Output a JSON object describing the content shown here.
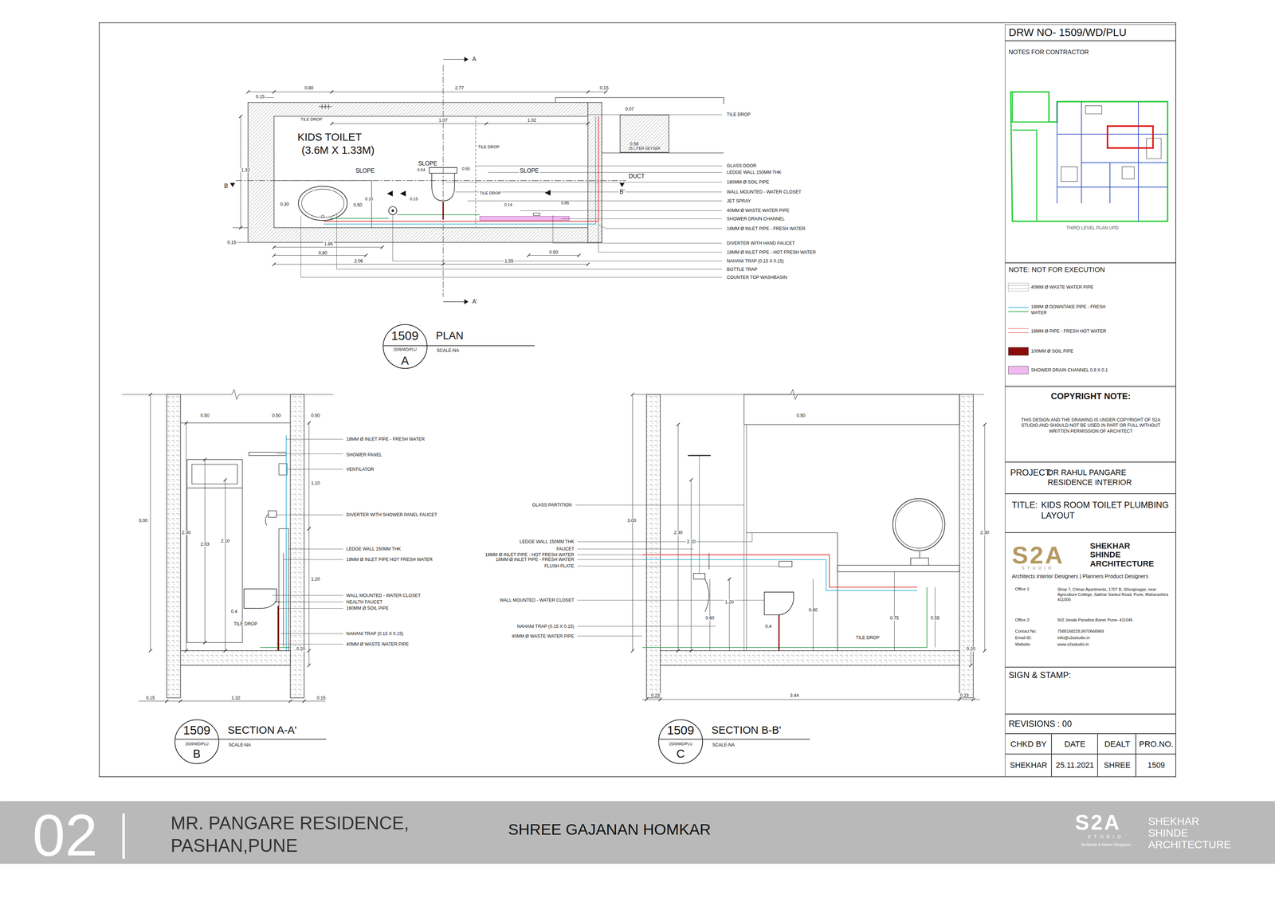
{
  "diagram": {
    "nodes": [
      {
        "text": [
          "DRW NO- 1509/WD/PLU"
        ]
      },
      {
        "text": [
          "NOTES FOR CONTRACTOR",
          "THIRD LEVEL PLAN UPD"
        ]
      },
      {
        "text": [
          "NOTE: NOT FOR EXECUTION"
        ]
      },
      {
        "text": [
          "COPYRIGHT NOTE:",
          "THIS DESIGN AND THE DRAWING IS UNDER COPYRIGHT OF S2A STUDIO AND SHOULD NOT BE USED IN PART OR FULL WITHOUT WRITTEN PERMISSION OF ARCHITECT"
        ]
      },
      {
        "text": [
          "PROJECT:",
          "DR RAHUL PANGARE RESIDENCE INTERIOR"
        ]
      },
      {
        "text": [
          "TITLE:",
          "KIDS ROOM TOILET PLUMBING LAYOUT"
        ]
      },
      {
        "text": [
          "S2A",
          "STUDIO",
          "SHEKHAR SHINDE ARCHITECTURE",
          "Architects Interior Designers | Planners Product Designers",
          "Office 1:",
          "Shop 7, Chinar Apartments, 1707 B, Shivajinagar, near Agriculture College, Sakhar Sankul Road, Pune, Maharashtra 411005",
          "Office 2:",
          "502 Janaki Paradise,Baner Pune- 411045",
          "Contact No:",
          "7588168228,9970668969",
          "Email ID:",
          "info@s2astudio.in",
          "Website:",
          "www.s2astudio.in"
        ]
      },
      {
        "text": [
          "SIGN & STAMP:"
        ]
      },
      {
        "text": [
          "REVISIONS : 00"
        ]
      },
      {
        "text": [
          "CHKD BY"
        ]
      },
      {
        "text": [
          "DATE"
        ]
      },
      {
        "text": [
          "DEALT"
        ]
      },
      {
        "text": [
          "PRO.NO."
        ]
      },
      {
        "text": [
          "SHEKHAR"
        ]
      },
      {
        "text": [
          "25.11.2021"
        ]
      },
      {
        "text": [
          "SHREE"
        ]
      },
      {
        "text": [
          "1509"
        ]
      },
      {
        "text": [
          "1509",
          "1509/WD/PLU",
          "A",
          "PLAN",
          "SCALE-NA"
        ]
      },
      {
        "text": [
          "1509",
          "1509/WD/PLU",
          "B",
          "SECTION A-A'",
          "SCALE-NA"
        ]
      },
      {
        "text": [
          "1509",
          "1509/WD/PLU",
          "C",
          "SECTION B-B'",
          "SCALE-NA"
        ]
      },
      {
        "text": [
          "25 LITER GEYSER"
        ]
      },
      {
        "text": [
          "02",
          "MR. PANGARE RESIDENCE, PASHAN,PUNE",
          "SHREE GAJANAN HOMKAR",
          "S2A",
          "STUDIO",
          "Architects & Interior Designers",
          "SHEKHAR SHINDE ARCHITECTURE"
        ]
      }
    ],
    "labels": [
      "A",
      "0.80",
      "2.77",
      "0.15",
      "0.15",
      "TILE DROP",
      "0.07",
      "1.07",
      "1.02",
      "TILE DROP",
      "KIDS TOILET",
      "(3.6M X 1.33M)",
      "TILE DROP",
      "0.56",
      "1.32",
      "SLOPE",
      "SLOPE",
      "SLOPE",
      "0.54",
      "0.55",
      "DUCT",
      "GLASS DOOR",
      "LEDGE WALL 150MM THK",
      "160MM Ø SOIL PIPE",
      "WALL MOUNTED - WATER CLOSET",
      "JET SPRAY",
      "40MM Ø WASTE WATER PIPE",
      "SHOWER DRAIN CHANNEL",
      "18MM Ø INLET PIPE - FRESH WATER",
      "DIVERTER WITH HAND FAUCET",
      "18MM Ø INLET PIPE - HOT FRESH WATER",
      "NAHANI TRAP (0.15 X 0.15)",
      "BOTTLE TRAP",
      "COUNTER TOP WASHBASIN",
      "B",
      "B'",
      "TILE DROP",
      "0.15",
      "0.15",
      "0.30",
      "0.50",
      "0.14",
      "0.85",
      "0.15",
      "1.85",
      "0.80",
      "0.50",
      "2.06",
      "1.55",
      "A'",
      "0.50",
      "0.50",
      "0.50",
      "18MM Ø INLET PIPE - FRESH WATER",
      "SHOWER PANEL",
      "VENTILATOR",
      "1.10",
      "DIVERTER WITH SHOWER PANEL FAUCET",
      "3.00",
      "2.30",
      "2.03",
      "2.10",
      "LEDGE WALL 150MM THK",
      "18MM Ø INLET PIPE HOT FRESH WATER",
      "1.20",
      "WALL MOUNTED - WATER CLOSET",
      "HEALTH FAUCET",
      "160MM Ø SOIL PIPE",
      "0.4",
      "TILE DROP",
      "NAHANI TRAP (0.15 X 0.15)",
      "40MM Ø WASTE WATER PIPE",
      "0.20",
      "0.15",
      "1.32",
      "0.15",
      "0.50",
      "GLASS PARTITION",
      "3.00",
      "2.30",
      "2.10",
      "2.30",
      "LEDGE WALL 150MM THK",
      "FAUCET",
      "18MM Ø INLET PIPE - HOT FRESH WATER",
      "18MM Ø INLET PIPE - FRESH WATER",
      "FLUSH PLATE",
      "1.20",
      "0.60",
      "0.75",
      "WALL MOUNTED - WATER CLOSET",
      "0.60",
      "0.55",
      "0.4",
      "TILE DROP",
      "NAHANI TRAP (0.15 X 0.15)",
      "40MM Ø WASTE WATER PIPE",
      "0.20",
      "0.23",
      "3.44",
      "0.23"
    ],
    "legend": [
      {
        "text": "40MM Ø WASTE WATER PIPE"
      },
      {
        "text": "18MM Ø DOWNTAKE PIPE - FRESH WATER"
      },
      {
        "text": "18MM Ø PIPE - FRESH HOT WATER"
      },
      {
        "text": "100MM Ø SOIL PIPE",
        "color": "#8b0a0a"
      },
      {
        "text": "SHOWER DRAIN CHANNEL 0.9 X 0.1",
        "color": "#f2b8f0"
      }
    ]
  }
}
